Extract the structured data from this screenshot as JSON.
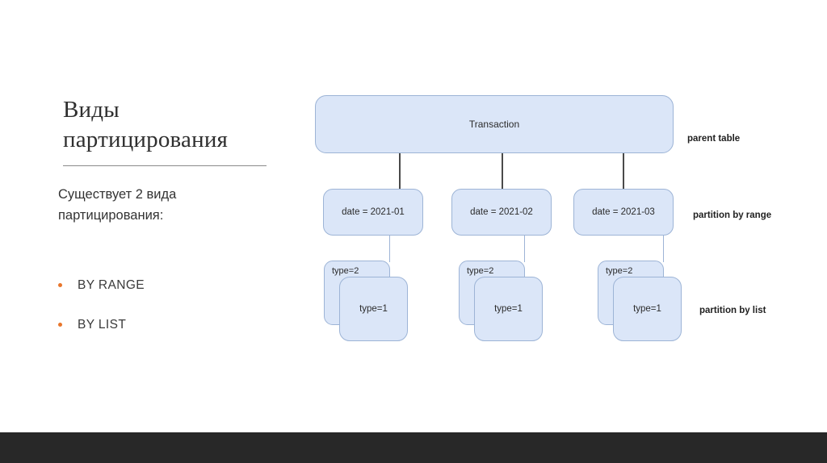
{
  "slide": {
    "title": "Виды\nпартицирования",
    "subtitle": "Существует 2 вида\nпартицирования:",
    "bullets": [
      {
        "label": "BY RANGE"
      },
      {
        "label": "BY LIST"
      }
    ],
    "bullet_color": "#e8762c",
    "accent_rule_color": "#8a8a8a",
    "footer_bar_color": "#282828"
  },
  "diagram": {
    "node_fill": "#dbe6f8",
    "node_border": "#9db4d6",
    "connector_color": "#4a4a4a",
    "parent": {
      "label": "Transaction"
    },
    "range_partitions": [
      {
        "label": "date = 2021-01"
      },
      {
        "label": "date = 2021-02"
      },
      {
        "label": "date = 2021-03"
      }
    ],
    "list_partitions": [
      {
        "back": "type=2",
        "front": "type=1"
      },
      {
        "back": "type=2",
        "front": "type=1"
      },
      {
        "back": "type=2",
        "front": "type=1"
      }
    ],
    "annotations": {
      "parent": "parent table",
      "range": "partition by range",
      "list": "partition by list"
    }
  }
}
